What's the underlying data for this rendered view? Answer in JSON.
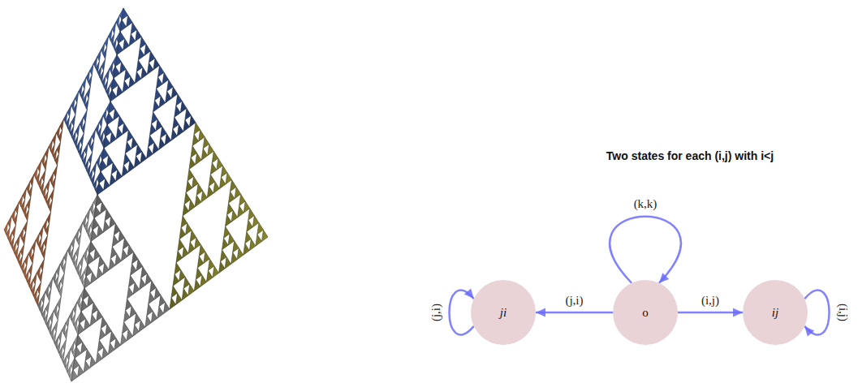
{
  "diagram": {
    "title": "Two states for each (i,j) with i<j",
    "nodes": [
      {
        "text": [
          "ji"
        ]
      },
      {
        "text": [
          "o"
        ]
      },
      {
        "text": [
          "ij"
        ]
      }
    ],
    "edges": [
      {
        "from": 1,
        "to": 0,
        "label": "(j,i)",
        "arrow": "to"
      },
      {
        "from": 1,
        "to": 1,
        "label": "(k,k)",
        "arrow": "to"
      },
      {
        "from": 1,
        "to": 2,
        "label": "(i,j)",
        "arrow": "to"
      },
      {
        "from": 0,
        "to": 0,
        "label": "(j,i)",
        "arrow": "to"
      },
      {
        "from": 2,
        "to": 2,
        "label": "(i,j)",
        "arrow": "to"
      }
    ]
  }
}
